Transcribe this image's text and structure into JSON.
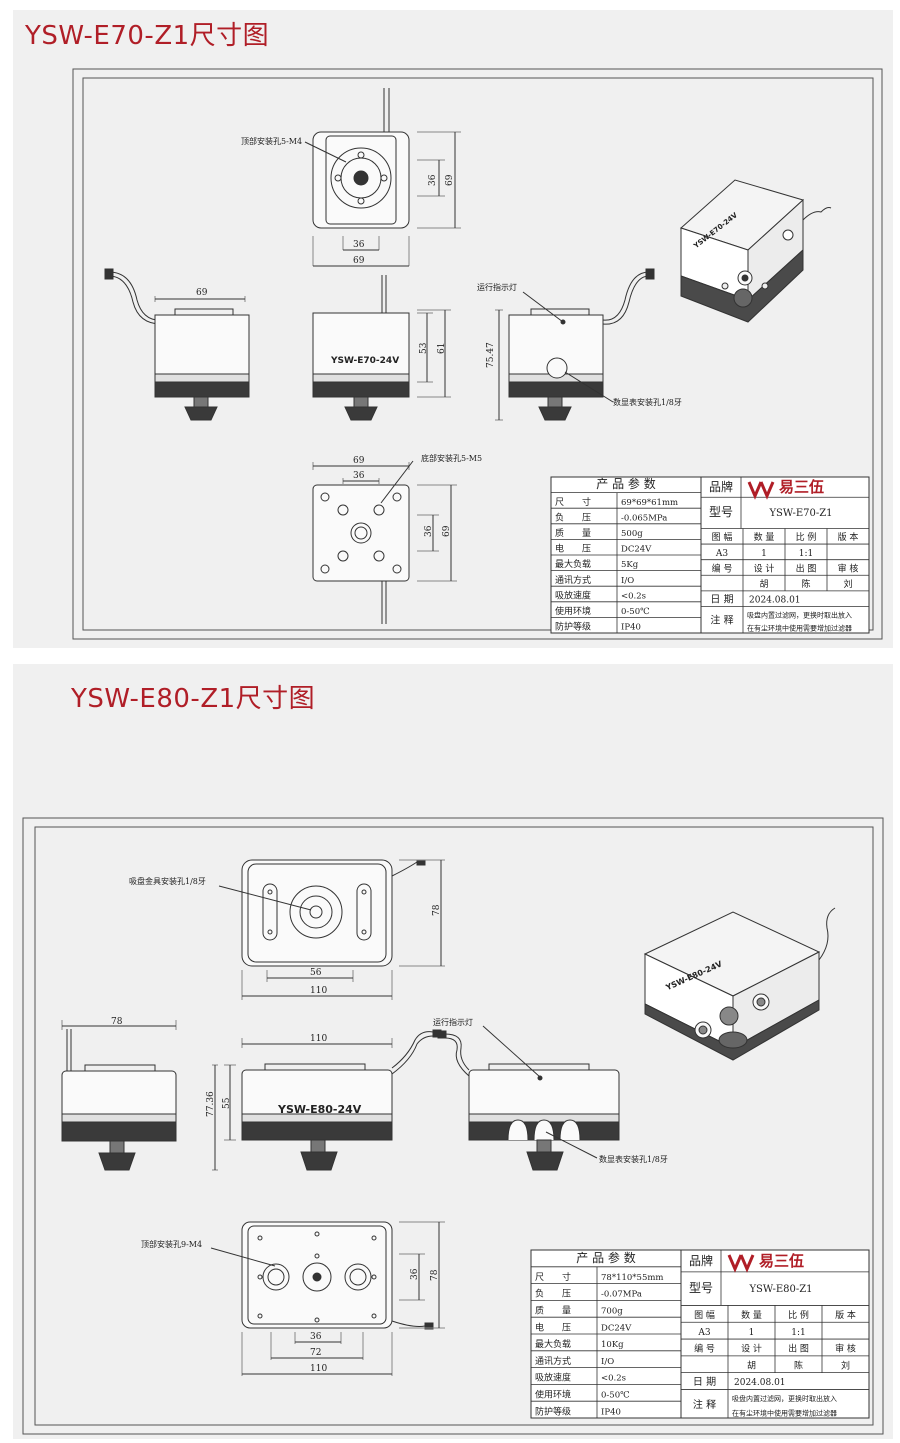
{
  "colors": {
    "title": "#b01e27",
    "panel_bg": "#f0f0f0",
    "line": "#333333",
    "body_dark": "#3a3a3a"
  },
  "drawings": [
    {
      "title": "YSW-E70-Z1尺寸图",
      "callouts": {
        "top_holes": "顶部安装孔5-M4",
        "indicator": "运行指示灯",
        "gauge_hole": "数显表安装孔1/8牙",
        "bottom_holes": "底部安装孔5-M5"
      },
      "body_label": "YSW-E70-24V",
      "dims": {
        "top_inner_v": "36",
        "top_outer_v": "69",
        "top_inner_h": "36",
        "top_outer_h": "69",
        "side_width": "69",
        "front_body": "53",
        "front_total": "61",
        "right_height": "75.47",
        "bottom_outer_h": "69",
        "bottom_inner_h": "36",
        "bottom_inner_v": "36",
        "bottom_outer_v": "69"
      },
      "spec_table": {
        "header": "产 品 参 数",
        "rows": [
          {
            "label": "尺　　寸",
            "value": "69*69*61mm"
          },
          {
            "label": "负　　压",
            "value": "-0.065MPa"
          },
          {
            "label": "质　　量",
            "value": "500g"
          },
          {
            "label": "电　　压",
            "value": "DC24V"
          },
          {
            "label": "最大负载",
            "value": "5Kg"
          },
          {
            "label": "通讯方式",
            "value": "I/O"
          },
          {
            "label": "吸放速度",
            "value": "<0.2s"
          },
          {
            "label": "使用环境",
            "value": "0-50℃"
          },
          {
            "label": "防护等级",
            "value": "IP40"
          }
        ],
        "brand_label": "品牌",
        "brand_logo": "易三伍",
        "model_label": "型号",
        "model_value": "YSW-E70-Z1",
        "grid_headers": [
          "图 幅",
          "数 量",
          "比 例",
          "版 本"
        ],
        "grid_values": [
          "A3",
          "1",
          "1:1",
          ""
        ],
        "grid_headers2": [
          "编 号",
          "设 计",
          "出 图",
          "审 核"
        ],
        "grid_values2": [
          "",
          "胡",
          "陈",
          "刘"
        ],
        "date_label": "日 期",
        "date_value": "2024.08.01",
        "note_label": "注 释",
        "note_line1": "吸盘内置过滤网，更换时取出放入",
        "note_line2": "在有尘环境中使用需要增加过滤器"
      }
    },
    {
      "title": "YSW-E80-Z1尺寸图",
      "callouts": {
        "top_holes": "吸盘金具安装孔1/8牙",
        "indicator": "运行指示灯",
        "gauge_hole": "数显表安装孔1/8牙",
        "bottom_holes": "顶部安装孔9-M4"
      },
      "body_label": "YSW-E80-24V",
      "dims": {
        "top_v": "78",
        "top_inner_h": "56",
        "top_outer_h": "110",
        "side_width": "78",
        "front_width": "110",
        "front_total": "77.36",
        "front_body": "55",
        "bottom_v_inner": "36",
        "bottom_v_outer": "78",
        "bottom_h1": "36",
        "bottom_h2": "72",
        "bottom_h3": "110"
      },
      "spec_table": {
        "header": "产 品 参 数",
        "rows": [
          {
            "label": "尺　　寸",
            "value": "78*110*55mm"
          },
          {
            "label": "负　　压",
            "value": "-0.07MPa"
          },
          {
            "label": "质　　量",
            "value": "700g"
          },
          {
            "label": "电　　压",
            "value": "DC24V"
          },
          {
            "label": "最大负载",
            "value": "10Kg"
          },
          {
            "label": "通讯方式",
            "value": "I/O"
          },
          {
            "label": "吸放速度",
            "value": "<0.2s"
          },
          {
            "label": "使用环境",
            "value": "0-50℃"
          },
          {
            "label": "防护等级",
            "value": "IP40"
          }
        ],
        "brand_label": "品牌",
        "brand_logo": "易三伍",
        "model_label": "型号",
        "model_value": "YSW-E80-Z1",
        "grid_headers": [
          "图 幅",
          "数 量",
          "比 例",
          "版 本"
        ],
        "grid_values": [
          "A3",
          "1",
          "1:1",
          ""
        ],
        "grid_headers2": [
          "编 号",
          "设 计",
          "出 图",
          "审 核"
        ],
        "grid_values2": [
          "",
          "胡",
          "陈",
          "刘"
        ],
        "date_label": "日 期",
        "date_value": "2024.08.01",
        "note_label": "注 释",
        "note_line1": "吸盘内置过滤网，更换时取出放入",
        "note_line2": "在有尘环境中使用需要增加过滤器"
      }
    }
  ]
}
